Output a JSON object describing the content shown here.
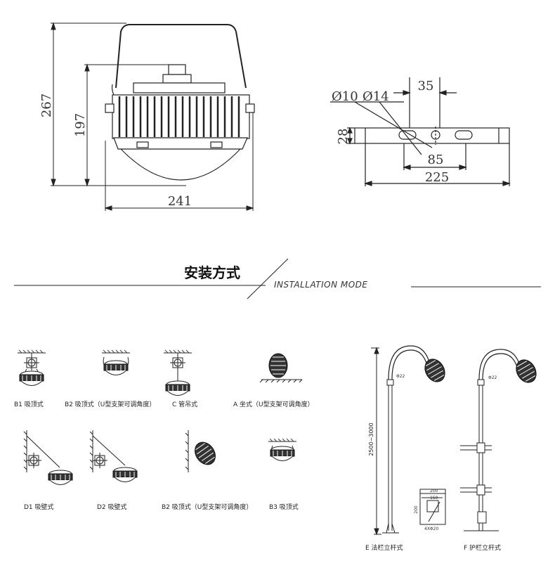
{
  "dims": {
    "height_total": "267",
    "height_body": "197",
    "width_lamp": "241",
    "hole_d10": "Ø10",
    "hole_d14": "Ø14",
    "gap_35": "35",
    "height_28": "28",
    "span_85": "85",
    "span_225": "225"
  },
  "section": {
    "title_cn": "安装方式",
    "title_en": "INSTALLATION MODE"
  },
  "modes": {
    "b1": "B1 吸顶式",
    "b2": "B2 吸顶式（U型支架可调角度）",
    "c": "C 管吊式",
    "a": "A 坐式（U型支架可调角度）",
    "d1": "D1 吸壁式",
    "d2": "D2 吸壁式",
    "b2b": "B2 吸顶式（U型支架可调角度）",
    "b3": "B3 吸顶式",
    "e": "E 法栏立杆式",
    "f": "F 护栏立杆式"
  },
  "pole": {
    "height": "2500~3000",
    "dia_e": "Φ22",
    "dia_f": "Φ22",
    "base_w": "200",
    "base_inner": "150",
    "base_h": "200",
    "bolt": "4XΦ20"
  }
}
